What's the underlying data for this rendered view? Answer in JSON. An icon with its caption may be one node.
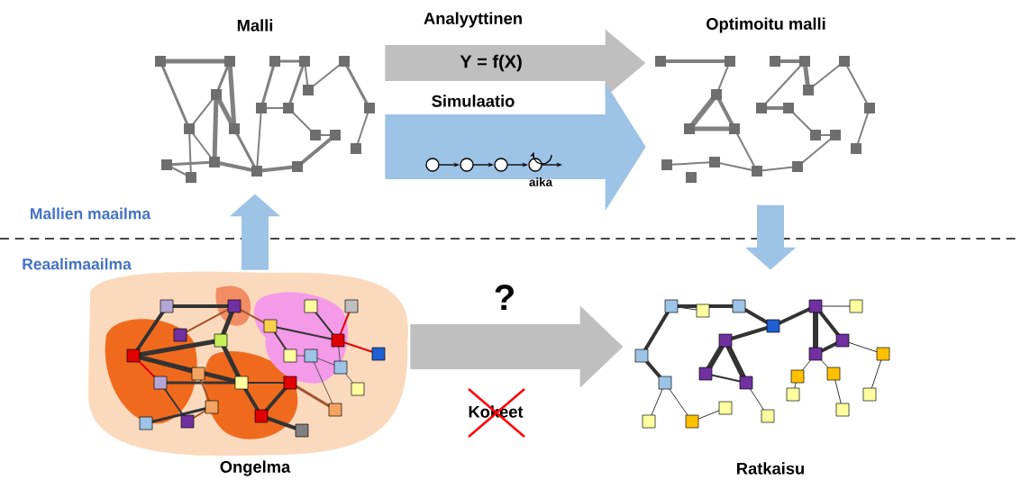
{
  "diagram": {
    "nodes": [
      {
        "text": [
          "Malli"
        ]
      },
      {
        "text": [
          "Optimoitu malli"
        ]
      },
      {
        "text": [
          "Ongelma"
        ]
      },
      {
        "text": [
          "Ratkaisu"
        ]
      }
    ],
    "edges": [
      {
        "from": 0,
        "to": 1,
        "arrow": "to",
        "label": "Analyyttinen",
        "color": "#bfbfbf"
      },
      {
        "from": 0,
        "to": 1,
        "arrow": "to",
        "label": "Simulaatio",
        "style": "thick"
      },
      {
        "from": 2,
        "to": 0,
        "arrow": "to"
      },
      {
        "from": 1,
        "to": 3,
        "arrow": "to"
      },
      {
        "from": 2,
        "to": 3,
        "arrow": "to",
        "label": "?",
        "color": "#bfbfbf"
      }
    ],
    "labels": [
      "Y = f(X)",
      "aika",
      "Mallien maailma",
      "Reaalimaailma",
      "Kokeet"
    ]
  }
}
